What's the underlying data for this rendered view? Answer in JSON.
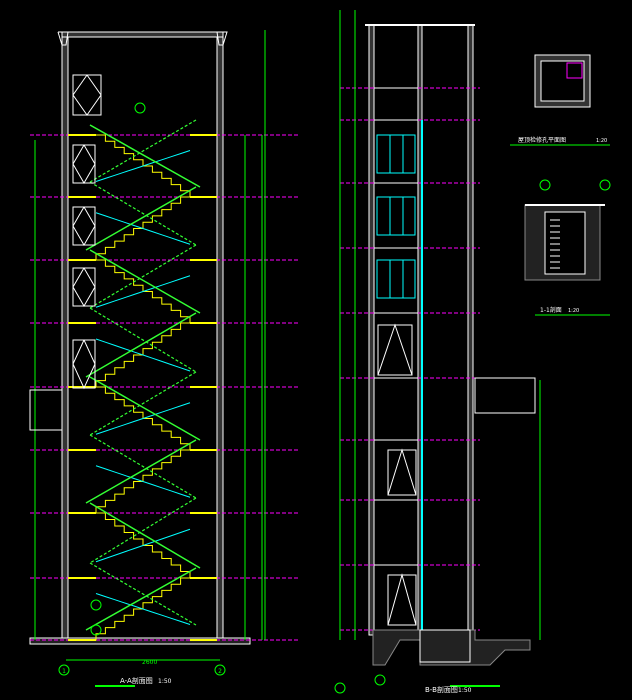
{
  "colors": {
    "background": "#000000",
    "wall": "#ffffff",
    "floor_line": "#ff00ff",
    "stair": "#ffff00",
    "stair_alt": "#00ffff",
    "dimension": "#00ff00",
    "leader": "#33ff33",
    "glass": "#00ffff",
    "detail_box": "#ff00ff"
  },
  "left_section": {
    "title": "A-A剖面图",
    "scale": "1:50",
    "axis_left": "1",
    "axis_right": "2",
    "width_dim": "2600",
    "floors": 8
  },
  "right_section": {
    "title": "B-B剖面图",
    "scale": "1:50",
    "floors": 9
  },
  "detail_plan": {
    "title": "屋顶检修孔平面图",
    "scale": "1:20"
  },
  "detail_section": {
    "title": "1-1剖面",
    "scale": "1:20"
  }
}
